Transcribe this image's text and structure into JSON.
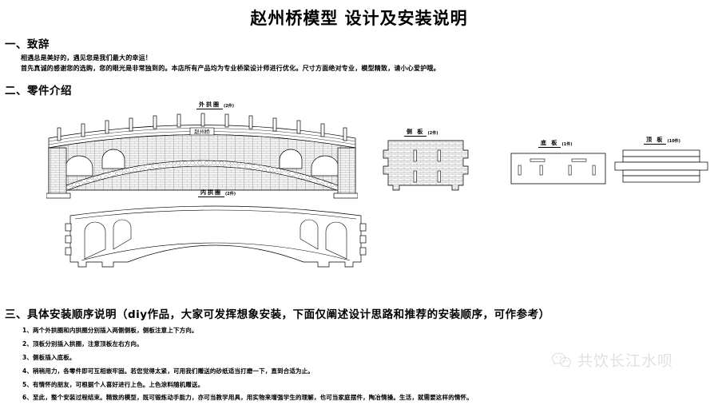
{
  "document": {
    "title": "赵州桥模型  设计及安装说明"
  },
  "sections": {
    "greeting": {
      "heading": "一、致辞",
      "lines": [
        "相遇总是美好的，遇见您是我们最大的幸运！",
        "首先真诚的感谢您的选购，您的眼光是非常独到的。本店所有产品均为专业桥梁设计师进行优化。尺寸方面绝对专业，模型精致，请小心爱护哦。"
      ]
    },
    "parts": {
      "heading": "二、零件介绍",
      "labels": [
        {
          "name": "outer-arch-ring",
          "cn": "外拱圈",
          "qty": "(2件)"
        },
        {
          "name": "inner-arch-ring",
          "cn": "内拱圈",
          "qty": "(2件)"
        },
        {
          "name": "side-plate",
          "cn": "侧  板",
          "qty": "(2件)"
        },
        {
          "name": "bottom-plate",
          "cn": "底  板",
          "qty": "(1件)"
        },
        {
          "name": "top-plate",
          "cn": "顶  板",
          "qty": "(10件)"
        }
      ],
      "bridge_plaque_text": "赵州桥"
    },
    "assembly": {
      "heading": "三、具体安装顺序说明（diy作品，大家可发挥想象安装，下面仅阐述设计思路和推荐的安装顺序，可作参考）",
      "steps": [
        "1、两个外拱圈和内拱圈分别插入两侧侧板，侧板注意上下方向。",
        "2、顶板分别插入拱圈，注意顶板左右方向。",
        "3、侧板插入底板。",
        "4、稍稍用力，各零件即可互相嵌牢固。若您觉得太紧，可用我们赠送的砂纸适当打磨一下，直到合适为止。",
        "5、有情怀的朋友，可根据个人喜好进行上色。上色涂料随机赠送。",
        "6、至此，整个安装过程结束。精致的模型，既可锻炼动手能力，亦可当教学用具，用实物来增强学生的理解，也可当家庭摆件，陶冶情操。生活，就需要这样的情怀。"
      ]
    }
  },
  "watermark": {
    "icon": "wechat-icon",
    "text": "共饮长江水呗",
    "color": "#9a9a9a"
  },
  "colors": {
    "ink": "#000000",
    "paper": "#ffffff",
    "stone_fill": "#f2f2f2",
    "brick_line": "#555555"
  }
}
